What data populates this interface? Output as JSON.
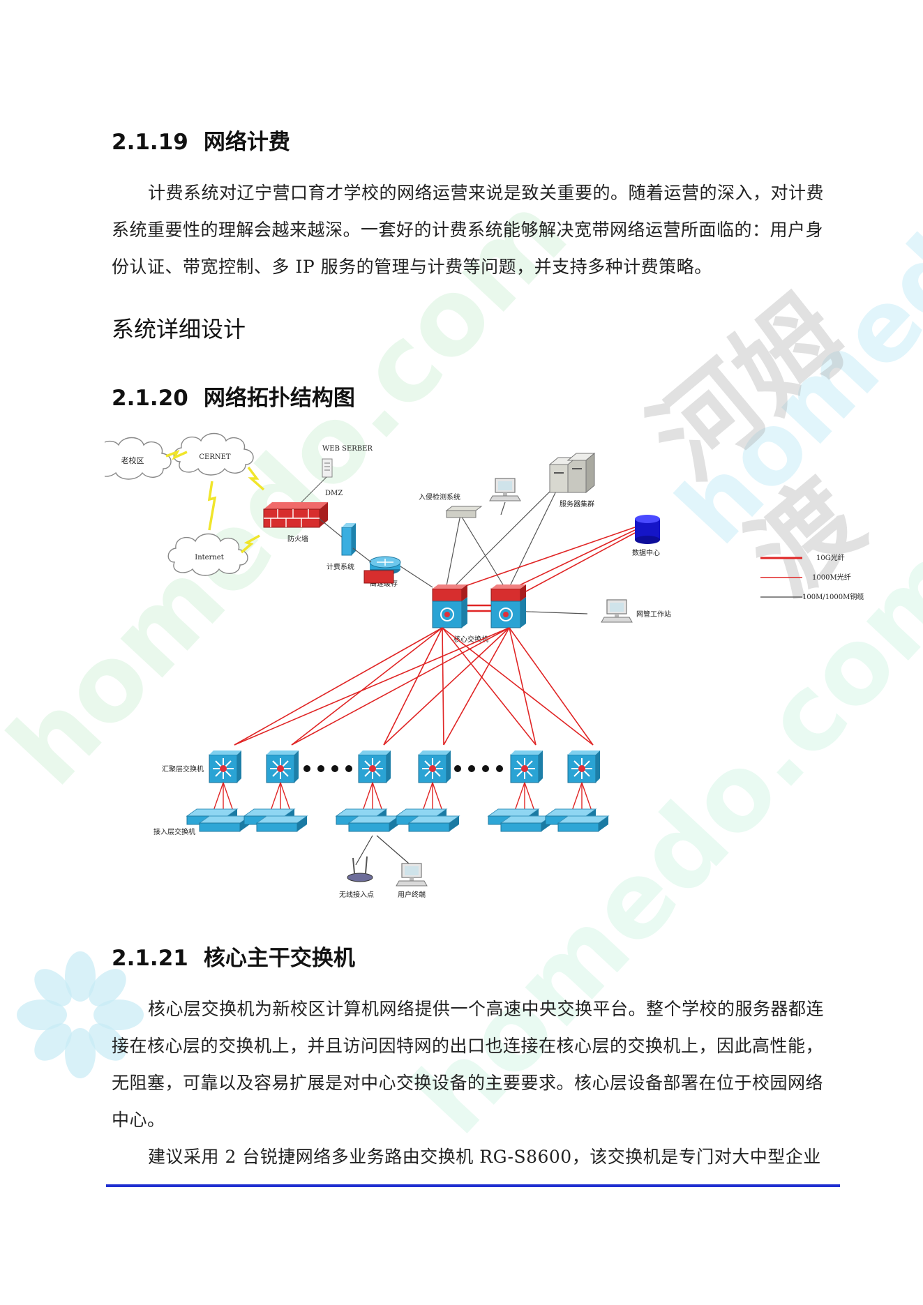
{
  "watermark": {
    "left_text": "homedo.com",
    "right_text": "homedo.com",
    "brand": "河姆渡"
  },
  "section_19": {
    "number": "2.1.19",
    "title": "网络计费",
    "paragraph": "计费系统对辽宁营口育才学校的网络运营来说是致关重要的。随着运营的深入，对计费系统重要性的理解会越来越深。一套好的计费系统能够解决宽带网络运营所面临的：用户身份认证、带宽控制、多 IP 服务的管理与计费等问题，并支持多种计费策略。"
  },
  "heading_plain": "系统详细设计",
  "section_20": {
    "number": "2.1.20",
    "title": "网络拓扑结构图"
  },
  "diagram": {
    "labels": {
      "old_campus": "老校区",
      "cernet": "CERNET",
      "internet": "Internet",
      "web_server": "WEB SERBER",
      "dmz": "DMZ",
      "firewall": "防火墙",
      "billing": "计费系统",
      "cache": "高速缓存",
      "ids": "入侵检测系统",
      "server_cluster": "服务器集群",
      "data_center": "数据中心",
      "core_switch": "核心交换机",
      "nms": "网管工作站",
      "aggregation": "汇聚层交换机",
      "access": "接入层交换机",
      "wireless_ap": "无线接入点",
      "user_terminal": "用户终端"
    },
    "legend": [
      {
        "label": "10G光纤",
        "color": "#e02525"
      },
      {
        "label": "1000M光纤",
        "color": "#e02525"
      },
      {
        "label": "100M/1000M铜缆",
        "color": "#444444"
      }
    ]
  },
  "section_21": {
    "number": "2.1.21",
    "title": "核心主干交换机",
    "paragraph1": "核心层交换机为新校区计算机网络提供一个高速中央交换平台。整个学校的服务器都连接在核心层的交换机上，并且访问因特网的出口也连接在核心层的交换机上，因此高性能，无阻塞，可靠以及容易扩展是对中心交换设备的主要要求。核心层设备部署在位于校园网络中心。",
    "paragraph2": "建议采用 2 台锐捷网络多业务路由交换机 RG-S8600，该交换机是专门对大中型企业"
  }
}
